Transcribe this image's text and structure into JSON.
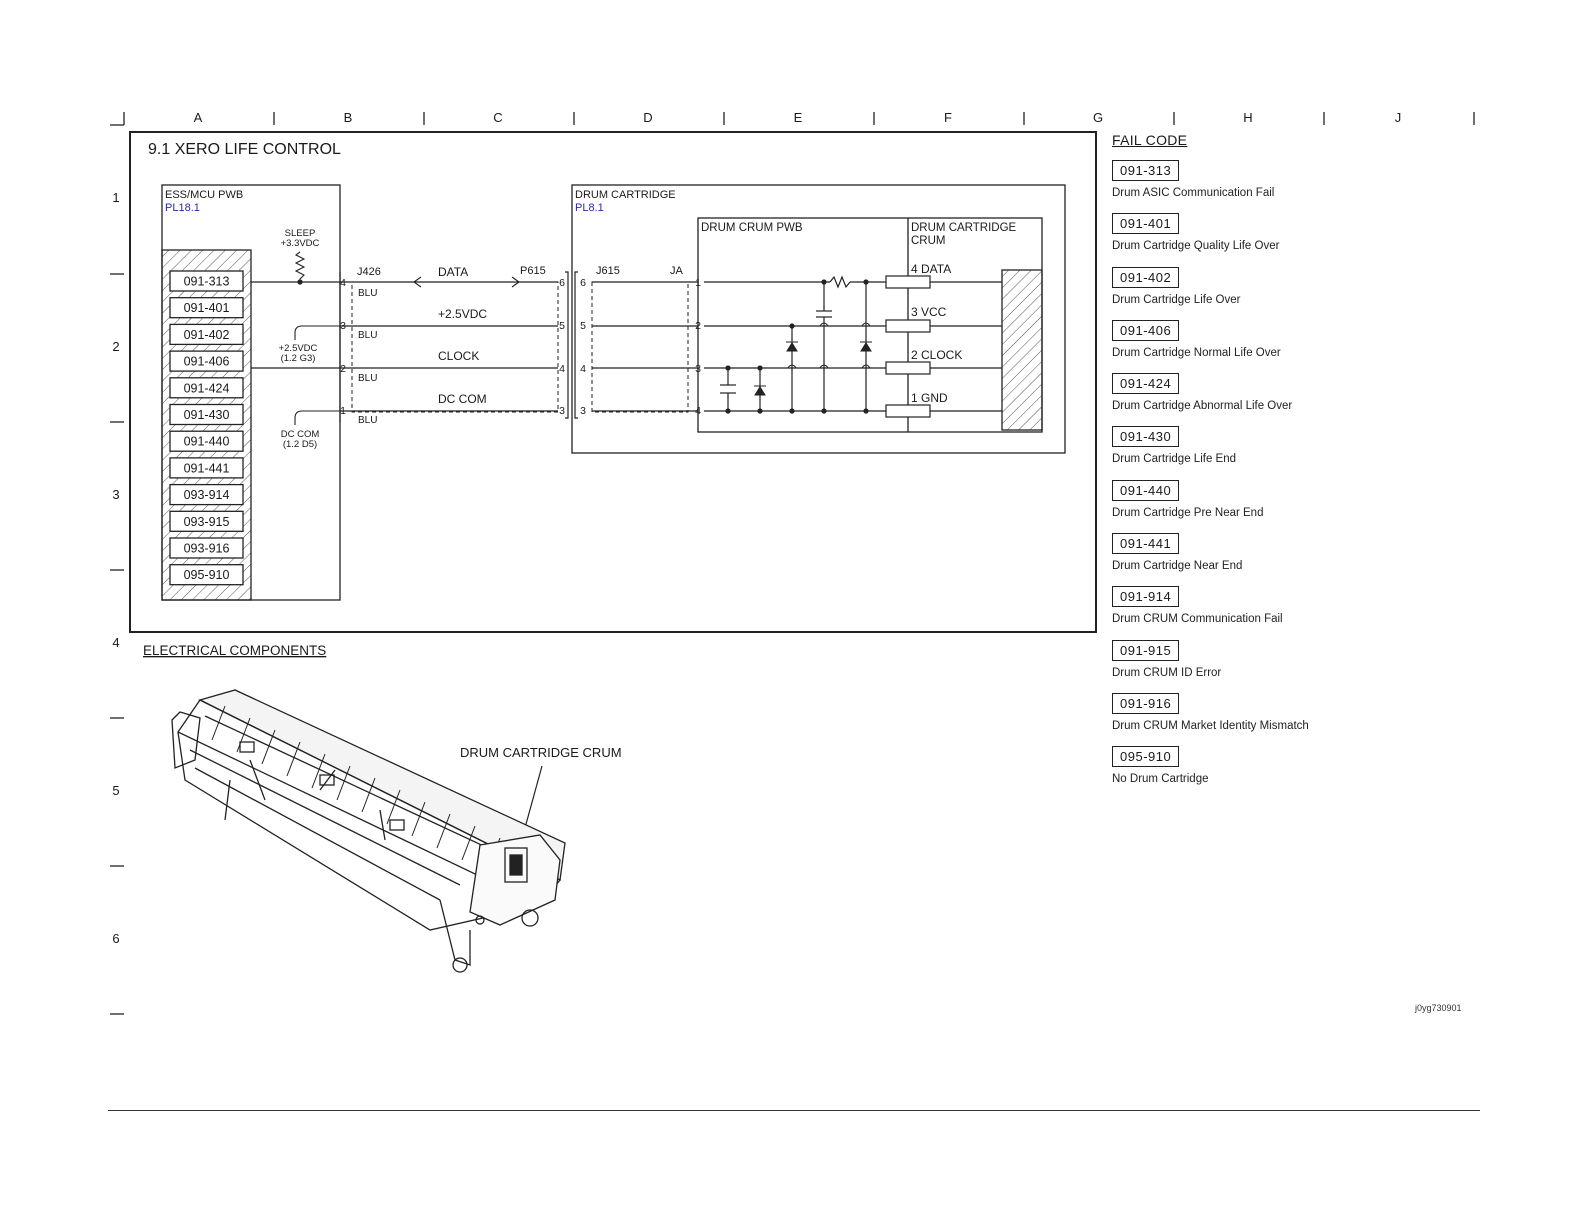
{
  "grid": {
    "columns": [
      "A",
      "B",
      "C",
      "D",
      "E",
      "F",
      "G",
      "H",
      "J"
    ],
    "rows": [
      "1",
      "2",
      "3",
      "4",
      "5",
      "6"
    ]
  },
  "diagram": {
    "title": "9.1 XERO LIFE CONTROL",
    "ess_board": {
      "name": "ESS/MCU PWB",
      "ref": "PL18.1"
    },
    "ess_codes": [
      "091-313",
      "091-401",
      "091-402",
      "091-406",
      "091-424",
      "091-430",
      "091-440",
      "091-441",
      "093-914",
      "093-915",
      "093-916",
      "095-910"
    ],
    "sleep_label": "SLEEP",
    "sleep_voltage": "+3.3VDC",
    "v25_label": "+2.5VDC",
    "v25_ref": "(1.2 G3)",
    "dccom_label": "DC COM",
    "dccom_ref": "(1.2 D5)",
    "connector_left": "J426",
    "connector_mid": "P615",
    "connector_right": "J615",
    "connector_ja": "JA",
    "wire_color": "BLU",
    "signals": [
      "DATA",
      "+2.5VDC",
      "CLOCK",
      "DC COM"
    ],
    "left_pins": [
      "4",
      "3",
      "2",
      "1"
    ],
    "mid_pins": [
      "6",
      "5",
      "4",
      "3"
    ],
    "ja_pins": [
      "1",
      "2",
      "3",
      "4"
    ],
    "drum_cartridge": {
      "name": "DRUM CARTRIDGE",
      "ref": "PL8.1"
    },
    "crum_pwb": "DRUM CRUM PWB",
    "crum_title_1": "DRUM CARTRIDGE",
    "crum_title_2": "CRUM",
    "crum_pins": [
      "4 DATA",
      "3 VCC",
      "2 CLOCK",
      "1 GND"
    ]
  },
  "electrical": {
    "title": "ELECTRICAL COMPONENTS",
    "callout": "DRUM CARTRIDGE CRUM"
  },
  "fail_codes": {
    "title": "FAIL CODE",
    "items": [
      {
        "code": "091-313",
        "desc": "Drum ASIC Communication Fail"
      },
      {
        "code": "091-401",
        "desc": "Drum Cartridge Quality Life Over"
      },
      {
        "code": "091-402",
        "desc": "Drum Cartridge Life Over"
      },
      {
        "code": "091-406",
        "desc": "Drum Cartridge Normal Life Over"
      },
      {
        "code": "091-424",
        "desc": "Drum Cartridge Abnormal Life Over"
      },
      {
        "code": "091-430",
        "desc": "Drum Cartridge Life End"
      },
      {
        "code": "091-440",
        "desc": "Drum Cartridge Pre Near End"
      },
      {
        "code": "091-441",
        "desc": "Drum Cartridge Near End"
      },
      {
        "code": "091-914",
        "desc": "Drum CRUM Communication Fail"
      },
      {
        "code": "091-915",
        "desc": "Drum CRUM ID Error"
      },
      {
        "code": "091-916",
        "desc": "Drum CRUM Market Identity Mismatch"
      },
      {
        "code": "095-910",
        "desc": "No Drum Cartridge"
      }
    ]
  },
  "figure_id": "j0yg730901"
}
